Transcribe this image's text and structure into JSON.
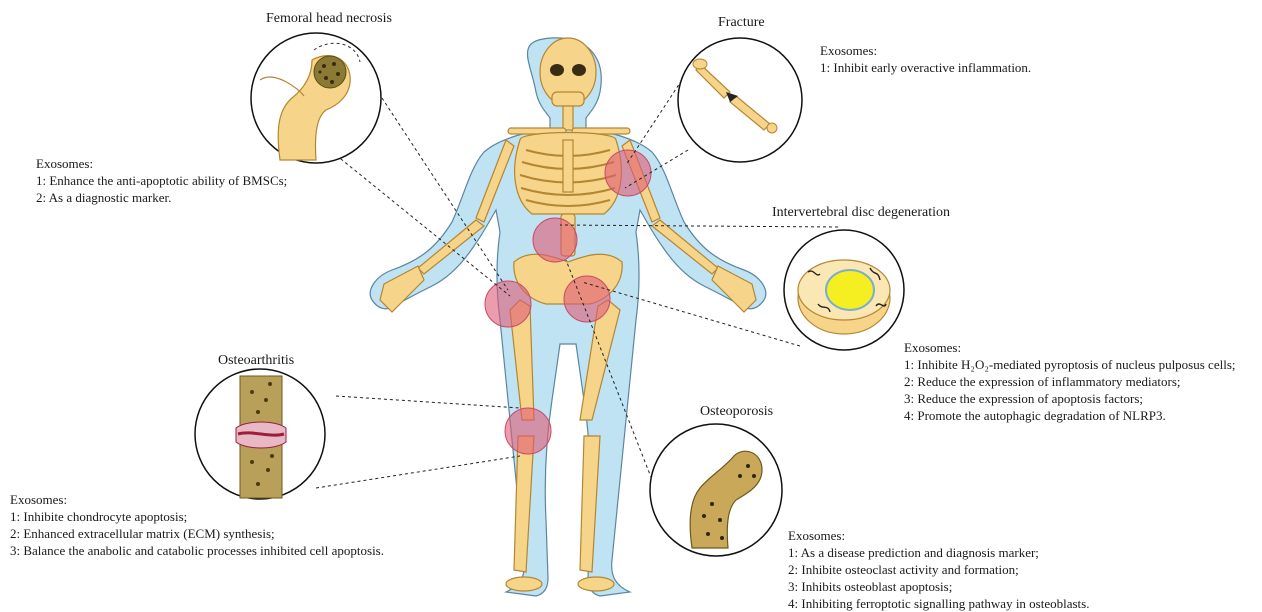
{
  "diseases": {
    "femoral": {
      "title": "Femoral head necrosis",
      "heading": "Exosomes:",
      "items": [
        "1: Enhance the anti-apoptotic ability of BMSCs;",
        "2: As a diagnostic marker."
      ]
    },
    "fracture": {
      "title": "Fracture",
      "heading": "Exosomes:",
      "items": [
        "1: Inhibit early overactive inflammation."
      ]
    },
    "disc": {
      "title": "Intervertebral disc degeneration",
      "heading": "Exosomes:",
      "items": [
        "1: Inhibite H₂O₂-mediated pyroptosis of nucleus pulposus cells;",
        "2: Reduce the expression of inflammatory mediators;",
        "3: Reduce the expression of apoptosis factors;",
        "4: Promote the autophagic degradation of NLRP3."
      ]
    },
    "oa": {
      "title": "Osteoarthritis",
      "heading": "Exosomes:",
      "items": [
        "1: Inhibite chondrocyte apoptosis;",
        "2: Enhanced extracellular matrix (ECM) synthesis;",
        "3: Balance the anabolic and catabolic processes inhibited cell apoptosis."
      ]
    },
    "op": {
      "title": "Osteoporosis",
      "heading": "Exosomes:",
      "items": [
        "1: As a disease prediction and diagnosis marker;",
        "2: Inhibite osteoclast activity and formation;",
        "3: Inhibits osteoblast apoptosis;",
        "4: Inhibiting ferroptotic signalling pathway in osteoblasts."
      ]
    }
  },
  "colors": {
    "body": "#bfe3f2",
    "bone": "#f6d58a",
    "bone_stroke": "#c79a3c",
    "marrow": "#7a6a2a",
    "highlight": "#e05a75",
    "nucleus": "#f5ee20"
  }
}
